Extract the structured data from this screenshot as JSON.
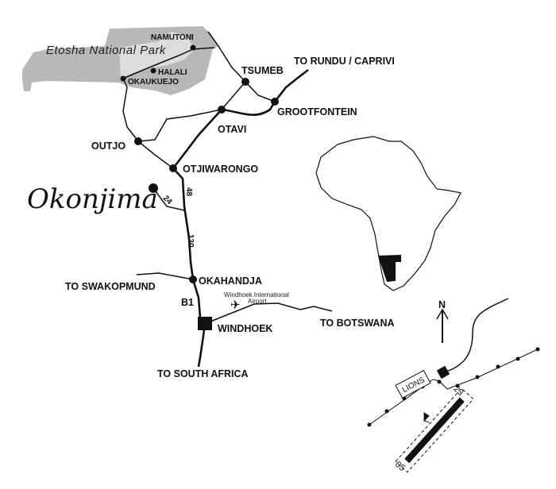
{
  "park": {
    "label": "Etosha National Park",
    "color": "#b8b8b8",
    "color_light": "#dcdcdc"
  },
  "logo": {
    "text": "Okonjima"
  },
  "towns": {
    "namutoni": "NAMUTONI",
    "halali": "HALALI",
    "okaukuejo": "OKAUKUEJO",
    "tsumeb": "TSUMEB",
    "grootfontein": "GROOTFONTEIN",
    "otavi": "OTAVI",
    "outjo": "OUTJO",
    "otjiwarongo": "OTJIWARONGO",
    "okahandja": "OKAHANDJA",
    "windhoek": "WINDHOEK"
  },
  "directions": {
    "rundu": "TO RUNDU / CAPRIVI",
    "swakopmund": "TO SWAKOPMUND",
    "botswana": "TO BOTSWANA",
    "south_africa": "TO SOUTH AFRICA"
  },
  "airport": {
    "line1": "Windhoek International",
    "line2": "Airport",
    "icon": "airplane-icon"
  },
  "road_numbers": {
    "r48": "48",
    "r24": "24",
    "r130": "130",
    "b1": "B1"
  },
  "inset": {
    "north": "N",
    "lions": "LIONS",
    "runway_end_a": "23",
    "runway_end_b": "05"
  }
}
